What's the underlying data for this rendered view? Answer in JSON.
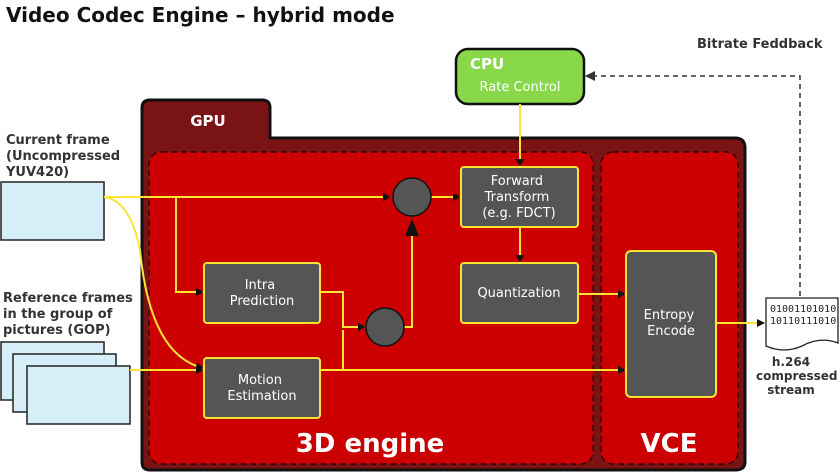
{
  "title": "Video Codec Engine – hybrid mode",
  "labels": {
    "bitrate_feedback": "Bitrate Feddback",
    "current_frame": [
      "Current frame",
      "(Uncompressed",
      "YUV420)"
    ],
    "reference_frames": [
      "Reference frames",
      "in the group of",
      "pictures (GOP)"
    ],
    "output_stream": [
      "h.264",
      "compressed",
      "stream"
    ]
  },
  "cpu": {
    "title": "CPU",
    "subtitle": "Rate Control"
  },
  "gpu": {
    "label": "GPU"
  },
  "regions": {
    "engine_3d": "3D engine",
    "vce": "VCE"
  },
  "blocks": {
    "forward_transform": [
      "Forward",
      "Transform",
      "(e.g. FDCT)"
    ],
    "quantization": [
      "Quantization"
    ],
    "intra_prediction": [
      "Intra",
      "Prediction"
    ],
    "motion_estimation": [
      "Motion",
      "Estimation"
    ],
    "entropy_encode": [
      "Entropy",
      "Encode"
    ]
  },
  "bitstream": [
    "01001101010",
    "10110111010"
  ],
  "colors": {
    "gpu_dark": "#7a1414",
    "engine_red": "#cc0000",
    "block_gray": "#555555",
    "flow_yellow": "#ffe433",
    "cpu_green": "#88d84a",
    "frame_blue": "#d6eef7"
  }
}
